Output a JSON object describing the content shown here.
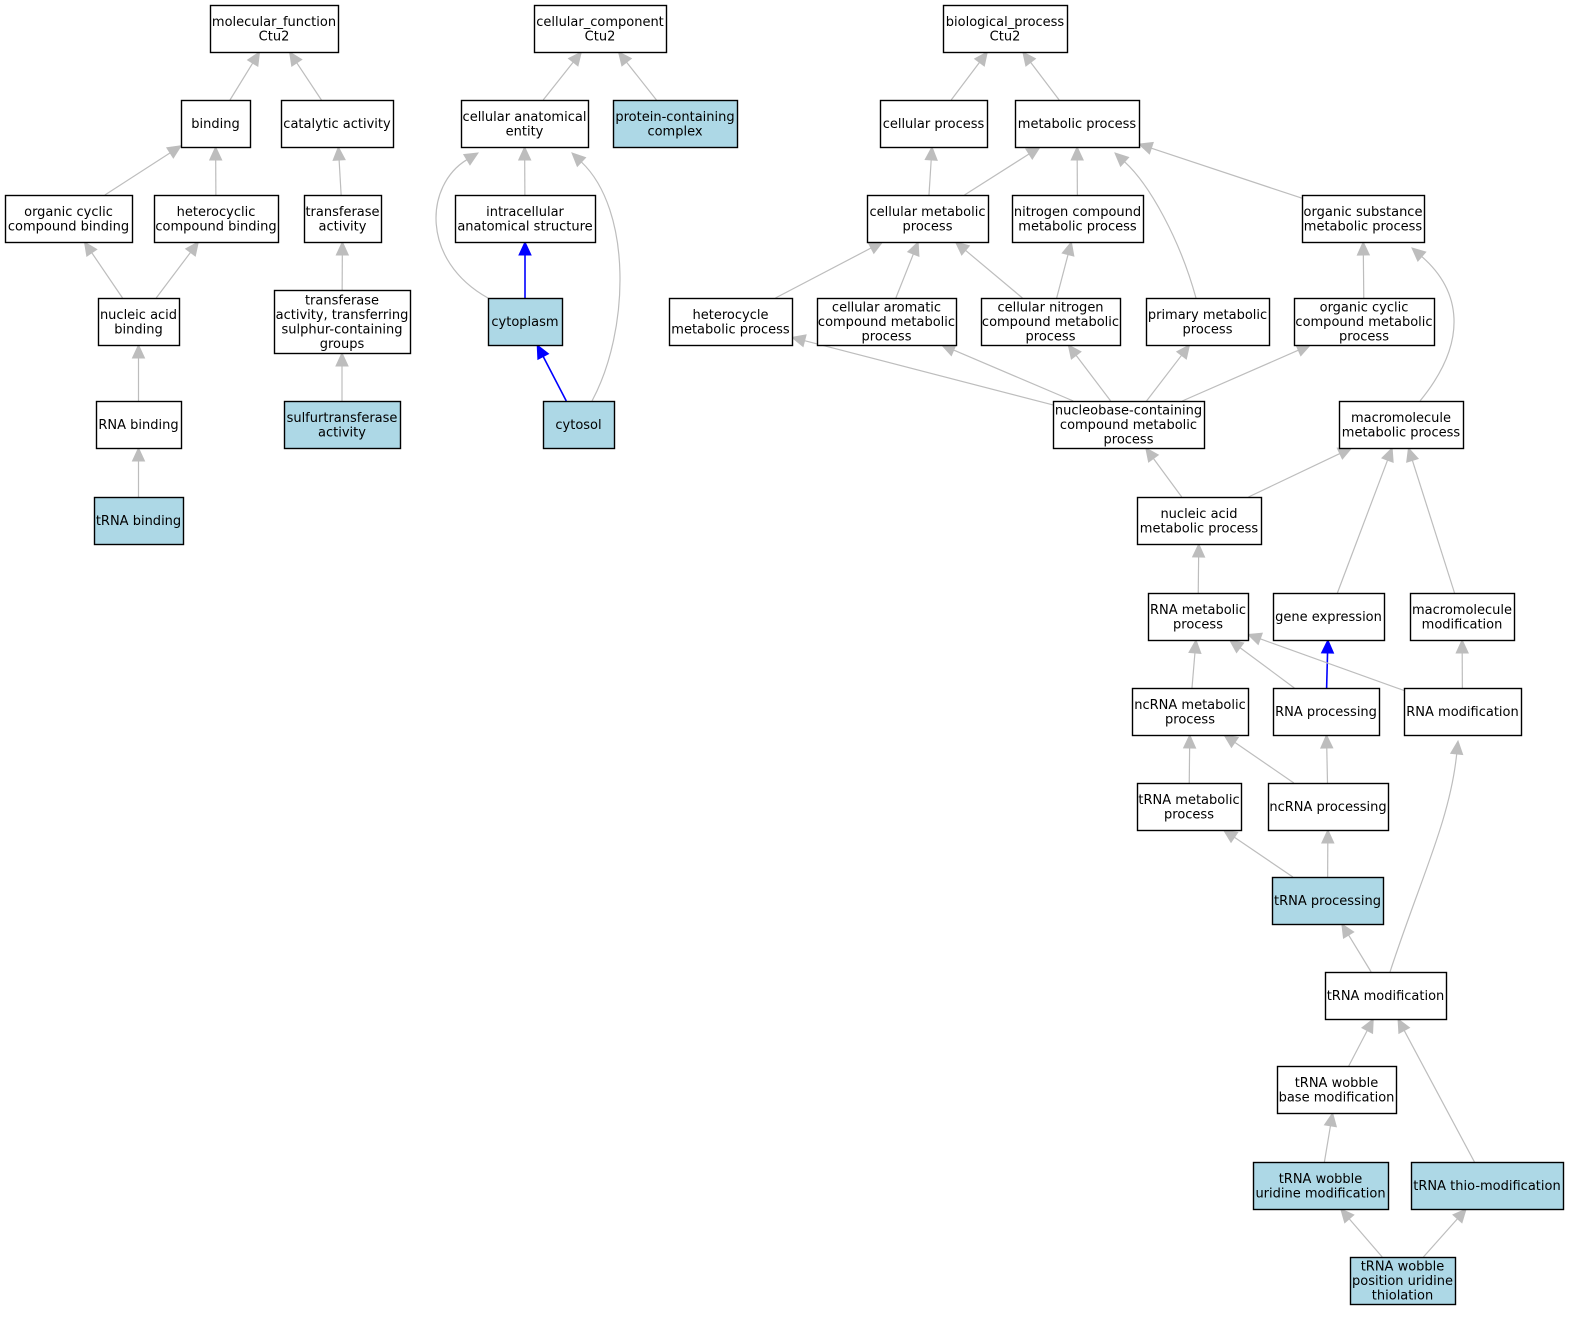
{
  "colors": {
    "highlight_fill": "#add8e6",
    "plain_fill": "#ffffff",
    "node_border": "#000000",
    "edge_gray": "#bdbdbd",
    "edge_blue": "#0000ff"
  },
  "nodes": [
    {
      "id": "mf_root",
      "lines": [
        "molecular_function",
        "Ctu2"
      ],
      "highlight": false
    },
    {
      "id": "binding",
      "lines": [
        "binding"
      ],
      "highlight": false
    },
    {
      "id": "catalytic",
      "lines": [
        "catalytic activity"
      ],
      "highlight": false
    },
    {
      "id": "org_cyc_bind",
      "lines": [
        "organic cyclic",
        "compound binding"
      ],
      "highlight": false
    },
    {
      "id": "het_bind",
      "lines": [
        "heterocyclic",
        "compound binding"
      ],
      "highlight": false
    },
    {
      "id": "transferase",
      "lines": [
        "transferase",
        "activity"
      ],
      "highlight": false
    },
    {
      "id": "nucacid_bind",
      "lines": [
        "nucleic acid",
        "binding"
      ],
      "highlight": false
    },
    {
      "id": "transf_sulphur",
      "lines": [
        "transferase",
        "activity, transferring",
        "sulphur-containing",
        "groups"
      ],
      "highlight": false
    },
    {
      "id": "rna_bind",
      "lines": [
        "RNA binding"
      ],
      "highlight": false
    },
    {
      "id": "sulfur",
      "lines": [
        "sulfurtransferase",
        "activity"
      ],
      "highlight": true
    },
    {
      "id": "trna_bind",
      "lines": [
        "tRNA binding"
      ],
      "highlight": true
    },
    {
      "id": "cc_root",
      "lines": [
        "cellular_component",
        "Ctu2"
      ],
      "highlight": false
    },
    {
      "id": "cae",
      "lines": [
        "cellular anatomical",
        "entity"
      ],
      "highlight": false
    },
    {
      "id": "pcc",
      "lines": [
        "protein-containing",
        "complex"
      ],
      "highlight": true
    },
    {
      "id": "ias",
      "lines": [
        "intracellular",
        "anatomical structure"
      ],
      "highlight": false
    },
    {
      "id": "cytoplasm",
      "lines": [
        "cytoplasm"
      ],
      "highlight": true
    },
    {
      "id": "cytosol",
      "lines": [
        "cytosol"
      ],
      "highlight": true
    },
    {
      "id": "bp_root",
      "lines": [
        "biological_process",
        "Ctu2"
      ],
      "highlight": false
    },
    {
      "id": "cellproc",
      "lines": [
        "cellular process"
      ],
      "highlight": false
    },
    {
      "id": "metab",
      "lines": [
        "metabolic process"
      ],
      "highlight": false
    },
    {
      "id": "cellmetab",
      "lines": [
        "cellular metabolic",
        "process"
      ],
      "highlight": false
    },
    {
      "id": "nitro",
      "lines": [
        "nitrogen compound",
        "metabolic process"
      ],
      "highlight": false
    },
    {
      "id": "orgsub",
      "lines": [
        "organic substance",
        "metabolic process"
      ],
      "highlight": false
    },
    {
      "id": "hetero",
      "lines": [
        "heterocycle",
        "metabolic process"
      ],
      "highlight": false
    },
    {
      "id": "cellarom",
      "lines": [
        "cellular aromatic",
        "compound metabolic",
        "process"
      ],
      "highlight": false
    },
    {
      "id": "cellnitro",
      "lines": [
        "cellular nitrogen",
        "compound metabolic",
        "process"
      ],
      "highlight": false
    },
    {
      "id": "primary",
      "lines": [
        "primary metabolic",
        "process"
      ],
      "highlight": false
    },
    {
      "id": "orgcyc",
      "lines": [
        "organic cyclic",
        "compound metabolic",
        "process"
      ],
      "highlight": false
    },
    {
      "id": "nucleobase",
      "lines": [
        "nucleobase-containing",
        "compound metabolic",
        "process"
      ],
      "highlight": false
    },
    {
      "id": "macromol",
      "lines": [
        "macromolecule",
        "metabolic process"
      ],
      "highlight": false
    },
    {
      "id": "nucacid_met",
      "lines": [
        "nucleic acid",
        "metabolic process"
      ],
      "highlight": false
    },
    {
      "id": "rnamet",
      "lines": [
        "RNA metabolic",
        "process"
      ],
      "highlight": false
    },
    {
      "id": "geneexp",
      "lines": [
        "gene expression"
      ],
      "highlight": false
    },
    {
      "id": "macromod",
      "lines": [
        "macromolecule",
        "modification"
      ],
      "highlight": false
    },
    {
      "id": "ncrnamet",
      "lines": [
        "ncRNA metabolic",
        "process"
      ],
      "highlight": false
    },
    {
      "id": "rnaproc",
      "lines": [
        "RNA processing"
      ],
      "highlight": false
    },
    {
      "id": "rnamod",
      "lines": [
        "RNA modification"
      ],
      "highlight": false
    },
    {
      "id": "trnamet",
      "lines": [
        "tRNA metabolic",
        "process"
      ],
      "highlight": false
    },
    {
      "id": "ncrnaproc",
      "lines": [
        "ncRNA processing"
      ],
      "highlight": false
    },
    {
      "id": "trnaproc",
      "lines": [
        "tRNA processing"
      ],
      "highlight": true
    },
    {
      "id": "trnamod",
      "lines": [
        "tRNA modification"
      ],
      "highlight": false
    },
    {
      "id": "wobblebase",
      "lines": [
        "tRNA wobble",
        "base modification"
      ],
      "highlight": false
    },
    {
      "id": "wobbleuri",
      "lines": [
        "tRNA wobble",
        "uridine modification"
      ],
      "highlight": true
    },
    {
      "id": "thiomod",
      "lines": [
        "tRNA thio-modification"
      ],
      "highlight": true
    },
    {
      "id": "thiolation",
      "lines": [
        "tRNA wobble",
        "position uridine",
        "thiolation"
      ],
      "highlight": true
    }
  ],
  "edges": [
    {
      "from": "binding",
      "to": "mf_root",
      "color": "gray"
    },
    {
      "from": "catalytic",
      "to": "mf_root",
      "color": "gray"
    },
    {
      "from": "org_cyc_bind",
      "to": "binding",
      "color": "gray"
    },
    {
      "from": "het_bind",
      "to": "binding",
      "color": "gray"
    },
    {
      "from": "transferase",
      "to": "catalytic",
      "color": "gray"
    },
    {
      "from": "nucacid_bind",
      "to": "org_cyc_bind",
      "color": "gray"
    },
    {
      "from": "nucacid_bind",
      "to": "het_bind",
      "color": "gray"
    },
    {
      "from": "transf_sulphur",
      "to": "transferase",
      "color": "gray"
    },
    {
      "from": "rna_bind",
      "to": "nucacid_bind",
      "color": "gray"
    },
    {
      "from": "sulfur",
      "to": "transf_sulphur",
      "color": "gray"
    },
    {
      "from": "trna_bind",
      "to": "rna_bind",
      "color": "gray"
    },
    {
      "from": "cae",
      "to": "cc_root",
      "color": "gray"
    },
    {
      "from": "pcc",
      "to": "cc_root",
      "color": "gray"
    },
    {
      "from": "ias",
      "to": "cae",
      "color": "gray"
    },
    {
      "from": "cytoplasm",
      "to": "cae",
      "color": "gray"
    },
    {
      "from": "cytoplasm",
      "to": "ias",
      "color": "blue"
    },
    {
      "from": "cytosol",
      "to": "cytoplasm",
      "color": "blue"
    },
    {
      "from": "cytosol",
      "to": "cae",
      "color": "gray"
    },
    {
      "from": "cellproc",
      "to": "bp_root",
      "color": "gray"
    },
    {
      "from": "metab",
      "to": "bp_root",
      "color": "gray"
    },
    {
      "from": "cellmetab",
      "to": "cellproc",
      "color": "gray"
    },
    {
      "from": "cellmetab",
      "to": "metab",
      "color": "gray"
    },
    {
      "from": "nitro",
      "to": "metab",
      "color": "gray"
    },
    {
      "from": "primary",
      "to": "metab",
      "color": "gray"
    },
    {
      "from": "orgsub",
      "to": "metab",
      "color": "gray"
    },
    {
      "from": "hetero",
      "to": "cellmetab",
      "color": "gray"
    },
    {
      "from": "cellarom",
      "to": "cellmetab",
      "color": "gray"
    },
    {
      "from": "cellnitro",
      "to": "cellmetab",
      "color": "gray"
    },
    {
      "from": "cellnitro",
      "to": "nitro",
      "color": "gray"
    },
    {
      "from": "orgcyc",
      "to": "orgsub",
      "color": "gray"
    },
    {
      "from": "macromol",
      "to": "orgsub",
      "color": "gray"
    },
    {
      "from": "nucleobase",
      "to": "hetero",
      "color": "gray"
    },
    {
      "from": "nucleobase",
      "to": "cellarom",
      "color": "gray"
    },
    {
      "from": "nucleobase",
      "to": "cellnitro",
      "color": "gray"
    },
    {
      "from": "nucleobase",
      "to": "primary",
      "color": "gray"
    },
    {
      "from": "nucleobase",
      "to": "orgcyc",
      "color": "gray"
    },
    {
      "from": "nucacid_met",
      "to": "nucleobase",
      "color": "gray"
    },
    {
      "from": "nucacid_met",
      "to": "macromol",
      "color": "gray"
    },
    {
      "from": "rnamet",
      "to": "nucacid_met",
      "color": "gray"
    },
    {
      "from": "geneexp",
      "to": "macromol",
      "color": "gray"
    },
    {
      "from": "macromod",
      "to": "macromol",
      "color": "gray"
    },
    {
      "from": "ncrnamet",
      "to": "rnamet",
      "color": "gray"
    },
    {
      "from": "rnaproc",
      "to": "rnamet",
      "color": "gray"
    },
    {
      "from": "rnaproc",
      "to": "geneexp",
      "color": "blue"
    },
    {
      "from": "rnamod",
      "to": "rnamet",
      "color": "gray"
    },
    {
      "from": "rnamod",
      "to": "macromod",
      "color": "gray"
    },
    {
      "from": "trnamet",
      "to": "ncrnamet",
      "color": "gray"
    },
    {
      "from": "ncrnaproc",
      "to": "ncrnamet",
      "color": "gray"
    },
    {
      "from": "ncrnaproc",
      "to": "rnaproc",
      "color": "gray"
    },
    {
      "from": "trnaproc",
      "to": "trnamet",
      "color": "gray"
    },
    {
      "from": "trnaproc",
      "to": "ncrnaproc",
      "color": "gray"
    },
    {
      "from": "trnamod",
      "to": "trnaproc",
      "color": "gray"
    },
    {
      "from": "trnamod",
      "to": "rnamod",
      "color": "gray"
    },
    {
      "from": "wobblebase",
      "to": "trnamod",
      "color": "gray"
    },
    {
      "from": "thiomod",
      "to": "trnamod",
      "color": "gray"
    },
    {
      "from": "wobbleuri",
      "to": "wobblebase",
      "color": "gray"
    },
    {
      "from": "thiolation",
      "to": "wobbleuri",
      "color": "gray"
    },
    {
      "from": "thiolation",
      "to": "thiomod",
      "color": "gray"
    }
  ]
}
